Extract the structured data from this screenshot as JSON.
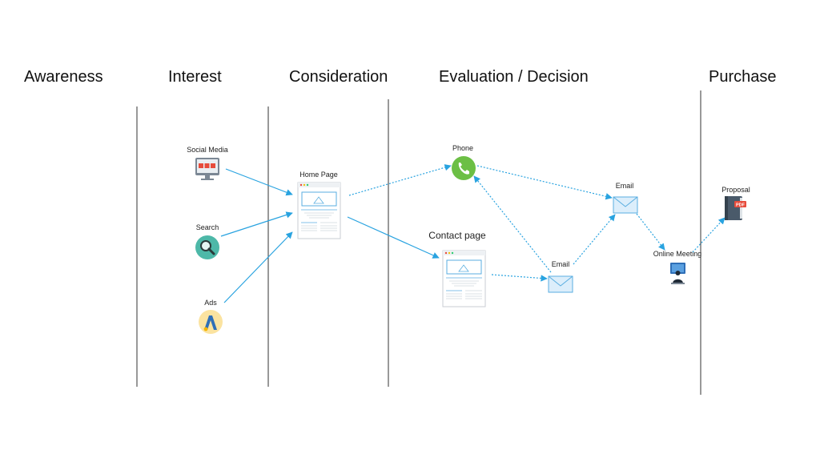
{
  "stages": [
    "Awareness",
    "Interest",
    "Consideration",
    "Evaluation / Decision",
    "Purchase"
  ],
  "nodes": {
    "social_media": {
      "label": "Social Media",
      "icon": "social-media-monitor-icon"
    },
    "search": {
      "label": "Search",
      "icon": "magnifier-icon"
    },
    "ads": {
      "label": "Ads",
      "icon": "adwords-icon"
    },
    "home_page": {
      "label": "Home Page",
      "icon": "webpage-icon"
    },
    "contact_page": {
      "label": "Contact page",
      "icon": "webpage-icon"
    },
    "phone": {
      "label": "Phone",
      "icon": "phone-icon"
    },
    "email_lower": {
      "label": "Email",
      "icon": "envelope-icon"
    },
    "email_upper": {
      "label": "Email",
      "icon": "envelope-icon"
    },
    "online_meeting": {
      "label": "Online Meeting",
      "icon": "video-meeting-icon"
    },
    "proposal": {
      "label": "Proposal",
      "icon": "pdf-document-icon",
      "badge": "PDF"
    }
  },
  "colors": {
    "arrow": "#29a3e0",
    "divider": "#333333",
    "phone": "#6cbf45",
    "search": "#4db8a8",
    "ads_bg": "#fbe3a0",
    "ads_logo": "#2f6fb7",
    "envelope": "#dceefb",
    "envelope_stroke": "#5aaee0",
    "pdf_badge": "#e74c3c",
    "book": "#4a5a6a"
  }
}
